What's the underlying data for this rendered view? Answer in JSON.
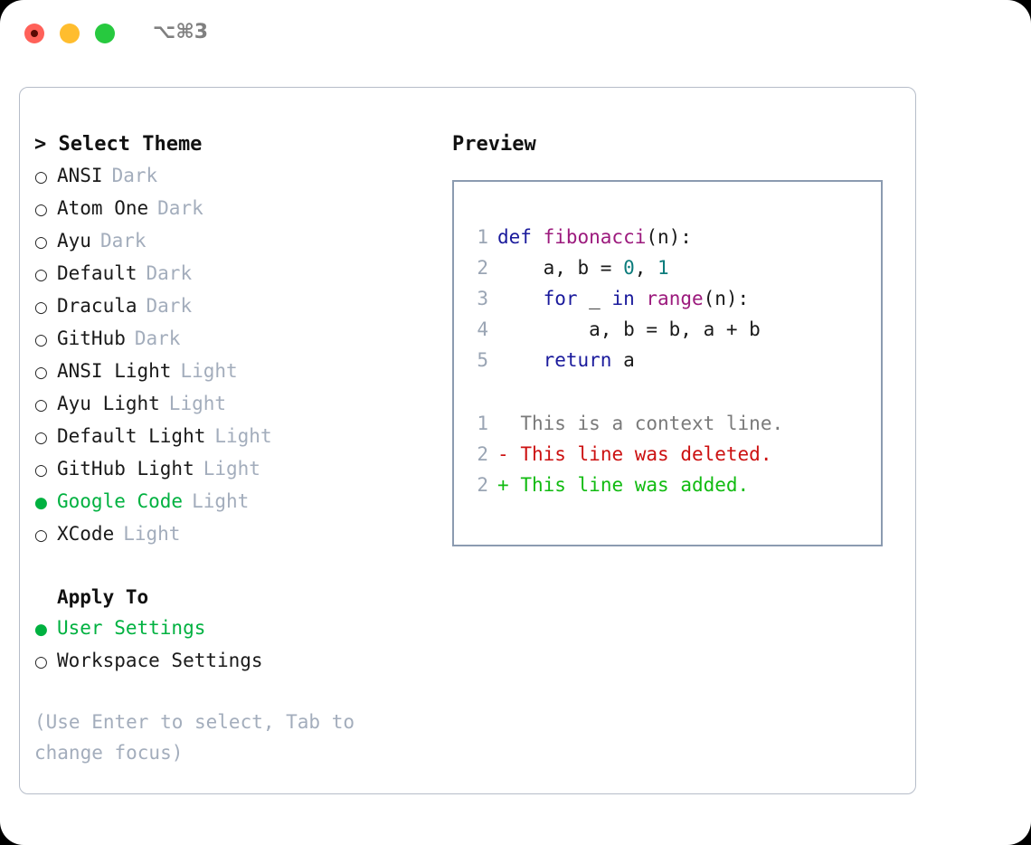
{
  "titlebar": {
    "shortcut": "⌥⌘3",
    "lights": [
      "close",
      "minimize",
      "maximize"
    ]
  },
  "theme_list": {
    "header": "> Select Theme",
    "items": [
      {
        "bullet": "○",
        "label": "ANSI",
        "badge": "Dark",
        "selected": false
      },
      {
        "bullet": "○",
        "label": "Atom One",
        "badge": "Dark",
        "selected": false
      },
      {
        "bullet": "○",
        "label": "Ayu",
        "badge": "Dark",
        "selected": false
      },
      {
        "bullet": "○",
        "label": "Default",
        "badge": "Dark",
        "selected": false
      },
      {
        "bullet": "○",
        "label": "Dracula",
        "badge": "Dark",
        "selected": false
      },
      {
        "bullet": "○",
        "label": "GitHub",
        "badge": "Dark",
        "selected": false
      },
      {
        "bullet": "○",
        "label": "ANSI Light",
        "badge": "Light",
        "selected": false
      },
      {
        "bullet": "○",
        "label": "Ayu Light",
        "badge": "Light",
        "selected": false
      },
      {
        "bullet": "○",
        "label": "Default Light",
        "badge": "Light",
        "selected": false
      },
      {
        "bullet": "○",
        "label": "GitHub Light",
        "badge": "Light",
        "selected": false
      },
      {
        "bullet": "●",
        "label": "Google Code",
        "badge": "Light",
        "selected": true
      },
      {
        "bullet": "○",
        "label": "XCode",
        "badge": "Light",
        "selected": false
      }
    ]
  },
  "apply_to": {
    "header": "Apply To",
    "items": [
      {
        "bullet": "●",
        "label": "User Settings",
        "selected": true
      },
      {
        "bullet": "○",
        "label": "Workspace Settings",
        "selected": false
      }
    ]
  },
  "hint": "(Use Enter to select, Tab to change focus)",
  "preview": {
    "title": "Preview",
    "code_lines": [
      {
        "n": "1",
        "tokens": [
          {
            "t": "def ",
            "c": "kw"
          },
          {
            "t": "fibonacci",
            "c": "fn"
          },
          {
            "t": "(n):",
            "c": "plain"
          }
        ]
      },
      {
        "n": "2",
        "tokens": [
          {
            "t": "    a, b = ",
            "c": "plain"
          },
          {
            "t": "0",
            "c": "num"
          },
          {
            "t": ", ",
            "c": "plain"
          },
          {
            "t": "1",
            "c": "num"
          }
        ]
      },
      {
        "n": "3",
        "tokens": [
          {
            "t": "    ",
            "c": "plain"
          },
          {
            "t": "for",
            "c": "kw"
          },
          {
            "t": " _ ",
            "c": "plain"
          },
          {
            "t": "in",
            "c": "kw"
          },
          {
            "t": " ",
            "c": "plain"
          },
          {
            "t": "range",
            "c": "fn"
          },
          {
            "t": "(n):",
            "c": "plain"
          }
        ]
      },
      {
        "n": "4",
        "tokens": [
          {
            "t": "        a, b = b, a + b",
            "c": "plain"
          }
        ]
      },
      {
        "n": "5",
        "tokens": [
          {
            "t": "    ",
            "c": "plain"
          },
          {
            "t": "return",
            "c": "kw"
          },
          {
            "t": " a",
            "c": "plain"
          }
        ]
      }
    ],
    "diff_lines": [
      {
        "n": "1",
        "marker": " ",
        "text": "This is a context line.",
        "kind": "ctx"
      },
      {
        "n": "2",
        "marker": "-",
        "text": "This line was deleted.",
        "kind": "del"
      },
      {
        "n": "2",
        "marker": "+",
        "text": "This line was added.",
        "kind": "add"
      }
    ]
  },
  "colors": {
    "accent_green": "#00b140",
    "muted": "#a3adbc",
    "border": "#b6bdc9",
    "preview_border": "#8b9bb0",
    "keyword": "#1a1a9c",
    "function": "#9c1a7d",
    "number": "#0c7c7c",
    "diff_add": "#11bb11",
    "diff_del": "#cc1111"
  }
}
